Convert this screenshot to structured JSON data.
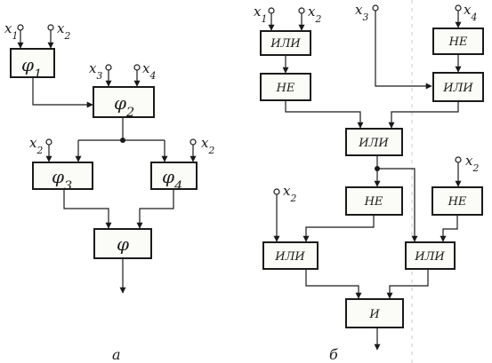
{
  "diagram_a": {
    "caption": "а",
    "blocks": {
      "phi1": "φ1",
      "phi2": "φ2",
      "phi3": "φ3",
      "phi4": "φ4",
      "phi": "φ"
    },
    "inputs": {
      "b1_in1": "x1",
      "b1_in2": "x2",
      "b2_in1": "x3",
      "b2_in2": "x4",
      "b3_in": "x2",
      "b4_in": "x2"
    }
  },
  "diagram_b": {
    "caption": "б",
    "gates": {
      "or_top_left": "ИЛИ",
      "not_top_left": "НЕ",
      "not_top_right": "НЕ",
      "or_top_right": "ИЛИ",
      "or_middle": "ИЛИ",
      "not_middle": "НЕ",
      "not_right": "НЕ",
      "or_bottom_left": "ИЛИ",
      "or_bottom_right": "ИЛИ",
      "and_final": "И"
    },
    "inputs": {
      "or_top_left_in1": "x1",
      "or_top_left_in2": "x2",
      "x3": "x3",
      "x4": "x4",
      "not_right_in": "x2",
      "or_bottom_left_in": "x2"
    }
  }
}
